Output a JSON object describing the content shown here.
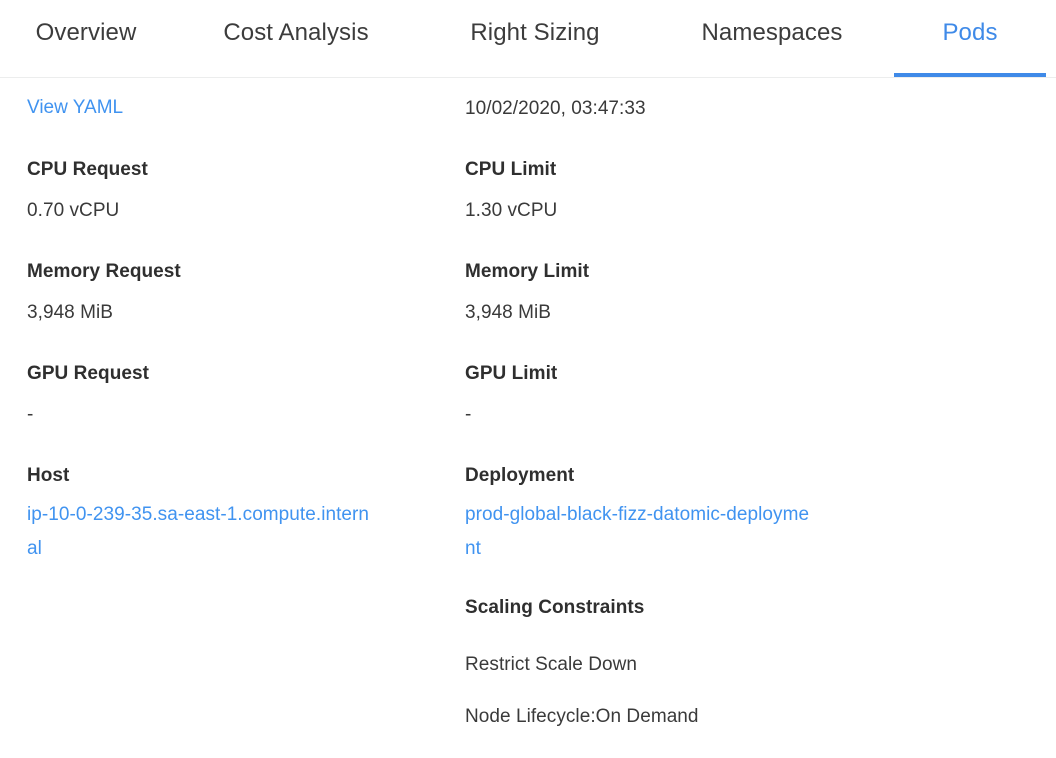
{
  "tabs": [
    {
      "label": "Overview",
      "active": false
    },
    {
      "label": "Cost Analysis",
      "active": false
    },
    {
      "label": "Right Sizing",
      "active": false
    },
    {
      "label": "Namespaces",
      "active": false
    },
    {
      "label": "Pods",
      "active": true
    }
  ],
  "details": {
    "view_yaml_link": "View YAML",
    "timestamp": "10/02/2020, 03:47:33",
    "left_column": [
      {
        "label": "CPU Request",
        "value": "0.70 vCPU"
      },
      {
        "label": "Memory Request",
        "value": "3,948 MiB"
      },
      {
        "label": "GPU Request",
        "value": "-"
      },
      {
        "label": "Host",
        "value": "ip-10-0-239-35.sa-east-1.compute.internal",
        "is_link": true
      }
    ],
    "right_column": [
      {
        "label": "CPU Limit",
        "value": "1.30 vCPU"
      },
      {
        "label": "Memory Limit",
        "value": "3,948 MiB"
      },
      {
        "label": "GPU Limit",
        "value": "-"
      },
      {
        "label": "Deployment",
        "value": "prod-global-black-fizz-datomic-deployment",
        "is_link": true
      }
    ],
    "scaling_constraints": {
      "label": "Scaling Constraints",
      "items": [
        "Restrict Scale Down",
        "Node Lifecycle:On Demand"
      ]
    }
  },
  "colors": {
    "accent": "#3f8ae8",
    "link": "#4093f0",
    "label_text": "#2f2f2f",
    "value_text": "#3a3a3a",
    "tab_text": "#3c3c3c",
    "divider": "#eceded",
    "background": "#ffffff"
  }
}
